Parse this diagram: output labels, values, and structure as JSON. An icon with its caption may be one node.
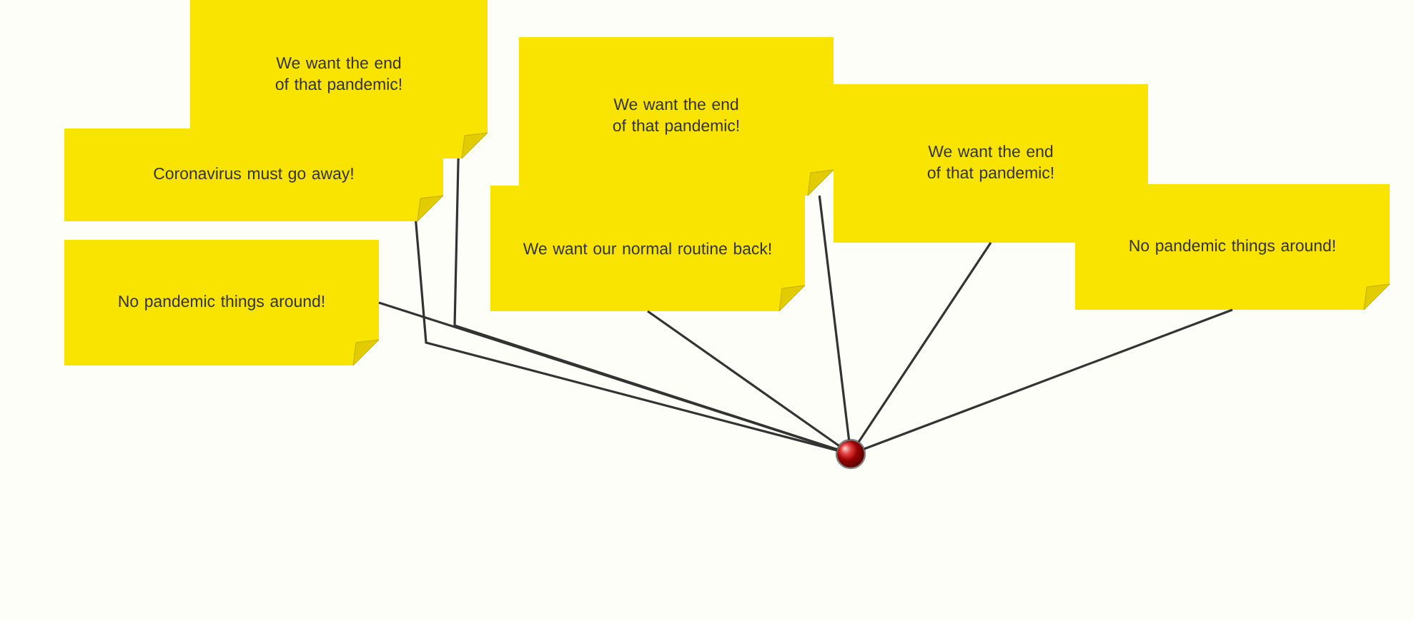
{
  "diagram": {
    "nodes": [
      {
        "text": [
          "We want the end of that pandemic!"
        ]
      },
      {
        "text": [
          "We want the end of that pandemic!"
        ]
      },
      {
        "text": [
          "We want the end of that pandemic!"
        ]
      },
      {
        "text": [
          "Coronavirus must go away!"
        ]
      },
      {
        "text": [
          "No pandemic things around!"
        ]
      },
      {
        "text": [
          "We want our normal routine back!"
        ]
      },
      {
        "text": [
          "No pandemic things around!"
        ]
      },
      {
        "text": [],
        "shape": "circle"
      }
    ],
    "edges": [
      {
        "from": 7,
        "to": 0,
        "arrow": "none"
      },
      {
        "from": 7,
        "to": 1,
        "arrow": "none"
      },
      {
        "from": 7,
        "to": 2,
        "arrow": "none"
      },
      {
        "from": 7,
        "to": 3,
        "arrow": "none"
      },
      {
        "from": 7,
        "to": 4,
        "arrow": "none"
      },
      {
        "from": 7,
        "to": 5,
        "arrow": "none"
      },
      {
        "from": 7,
        "to": 6,
        "arrow": "none"
      }
    ]
  }
}
